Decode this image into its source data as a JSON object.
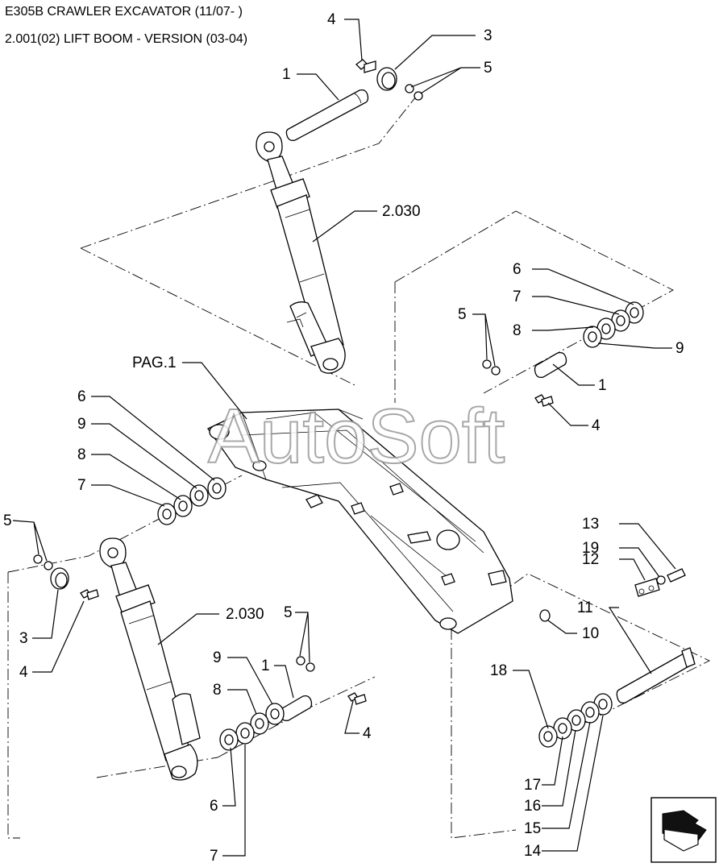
{
  "header": {
    "model_line": "E305B CRAWLER EXCAVATOR (11/07- )",
    "section_line": "2.001(02) LIFT BOOM - VERSION (03-04)"
  },
  "watermark": "AutoSoft",
  "page_ref": "PAG.1",
  "callouts": {
    "top_1": "1",
    "top_3": "3",
    "top_4": "4",
    "top_5": "5",
    "top_cyl": "2.030",
    "r_6": "6",
    "r_7": "7",
    "r_8": "8",
    "r_9": "9",
    "r_5": "5",
    "r_1": "1",
    "r_4": "4",
    "l_6": "6",
    "l_9": "9",
    "l_8": "8",
    "l_7": "7",
    "l_5": "5",
    "l_3": "3",
    "l_4": "4",
    "l_cyl": "2.030",
    "b_5": "5",
    "b_9": "9",
    "b_1": "1",
    "b_8": "8",
    "b_4": "4",
    "b_6": "6",
    "b_7": "7",
    "p_13": "13",
    "p_19": "19",
    "p_12": "12",
    "p_11": "11",
    "p_10": "10",
    "p_18": "18",
    "p_17": "17",
    "p_16": "16",
    "p_15": "15",
    "p_14": "14"
  },
  "nav_icon": "next-page-arrow-icon"
}
